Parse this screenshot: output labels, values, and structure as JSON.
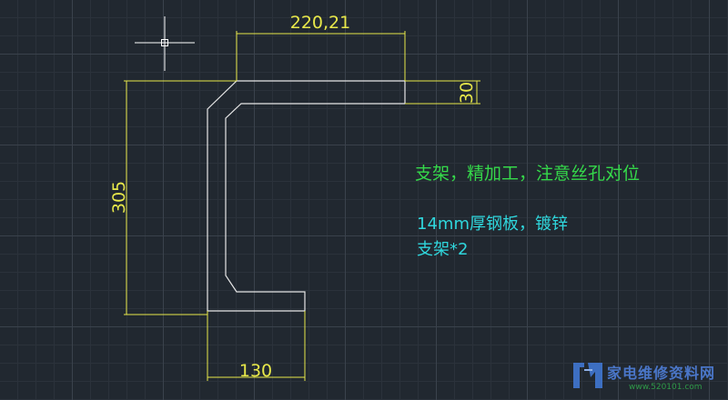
{
  "drawing": {
    "dimensions": {
      "top_width": "220,21",
      "flange_thickness": "30",
      "height": "305",
      "bottom_width": "130"
    },
    "colors": {
      "background": "#212830",
      "grid_minor": "#2b323b",
      "grid_major": "#3a424c",
      "outline": "#e6e6e6",
      "dimension": "#e8e84a",
      "note_primary": "#35d94a",
      "note_secondary": "#2fd6dc"
    }
  },
  "notes": {
    "line1": "支架，精加工，注意丝孔对位",
    "line2": "14mm厚钢板，镀锌",
    "line3": "支架*2"
  },
  "watermark": {
    "text": "家电维修资料网",
    "url": "www.520101.com"
  },
  "icons": {
    "cursor": "crosshair-cursor-icon",
    "logo": "watermark-logo-icon"
  }
}
